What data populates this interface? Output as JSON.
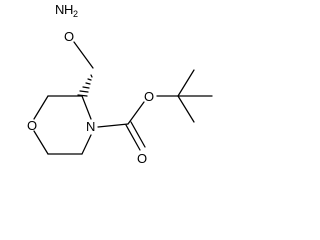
{
  "atoms": {
    "amino_n": "N",
    "amino_h": "H",
    "amino_h_count": "2",
    "ether_o": "O",
    "ring_o": "O",
    "ring_n": "N",
    "carbonyl_o": "O",
    "ester_o": "O"
  },
  "colors": {
    "bond": "#000000",
    "background": "#ffffff"
  }
}
